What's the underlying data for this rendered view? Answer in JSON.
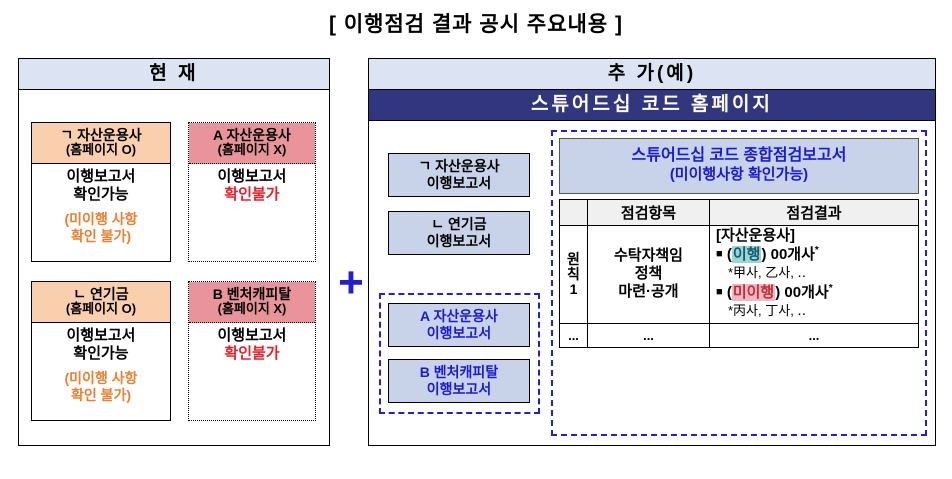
{
  "title": "[ 이행점검 결과 공시 주요내용 ]",
  "plus_symbol": "+",
  "colors": {
    "header_blue": "#dce3f2",
    "navy_bar": "#32367f",
    "chip_blue": "#c8d3ea",
    "orange_head": "#f9cfae",
    "pink_head": "#e8949a",
    "blue_text": "#1a1ad6",
    "red_text": "#e8212b",
    "orange_text": "#ec7f30",
    "ok_highlight": "#9fd6d2",
    "bad_highlight": "#f0b8c2"
  },
  "current_panel": {
    "header": "현 재",
    "cards": [
      {
        "head_main": "ㄱ 자산운용사",
        "head_sub": "(홈페이지 O)",
        "body_black": "이행보고서\n확인가능",
        "body_black_line1": "이행보고서",
        "body_black_line2": "확인가능",
        "body_note_line1": "(미이행 사항",
        "body_note_line2": "확인 불가)"
      },
      {
        "head_main": "A 자산운용사",
        "head_sub": "(홈페이지 X)",
        "body_black_line1": "이행보고서",
        "body_red_line2": "확인불가"
      },
      {
        "head_main": "ㄴ 연기금",
        "head_sub": "(홈페이지 O)",
        "body_black_line1": "이행보고서",
        "body_black_line2": "확인가능",
        "body_note_line1": "(미이행 사항",
        "body_note_line2": "확인 불가)"
      },
      {
        "head_main": "B 벤처캐피탈",
        "head_sub": "(홈페이지 X)",
        "body_black_line1": "이행보고서",
        "body_red_line2": "확인불가"
      }
    ]
  },
  "added_panel": {
    "header": "추 가(예)",
    "subheader": "스튜어드십 코드 홈페이지",
    "chips": [
      {
        "line1": "ㄱ 자산운용사",
        "line2": "이행보고서"
      },
      {
        "line1": "ㄴ 연기금",
        "line2": "이행보고서"
      },
      {
        "line1": "A 자산운용사",
        "line2": "이행보고서"
      },
      {
        "line1": "B 벤처캐피탈",
        "line2": "이행보고서"
      }
    ],
    "report": {
      "title_line1": "스튜어드십 코드 종합점검보고서",
      "title_line2": "(미이행사항 확인가능)",
      "table": {
        "headers": [
          "",
          "점검항목",
          "점검결과"
        ],
        "rows": [
          {
            "principle": "원칙\n1",
            "principle_chars": [
              "원",
              "칙",
              "1"
            ],
            "item_line1": "수탁자책임",
            "item_line2": "정책",
            "item_line3": "마련·공개",
            "result_group": "[자산운용사]",
            "result_bullets": [
              {
                "bullet": "■",
                "status": "이행",
                "status_type": "ok",
                "count": "00개사",
                "count_sup": "*",
                "note": "*甲사, 乙사, ‥"
              },
              {
                "bullet": "■",
                "status": "미이행",
                "status_type": "bad",
                "count": "00개사",
                "count_sup": "*",
                "note": "*丙사, 丁사, ‥"
              }
            ]
          },
          {
            "principle": "...",
            "item": "...",
            "result": "..."
          }
        ]
      }
    }
  }
}
